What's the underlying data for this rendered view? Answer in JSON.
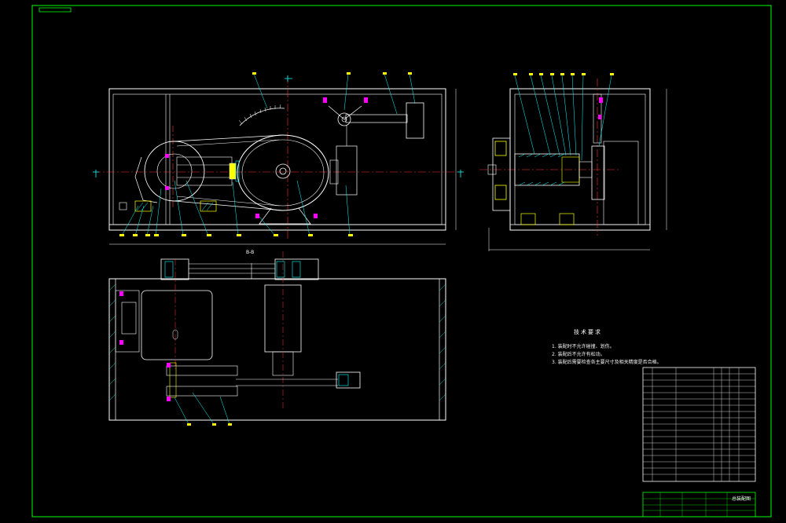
{
  "drawing": {
    "view_label_section": "B-B",
    "notes_title": "技术要求",
    "notes": [
      "1. 装配时不允许碰撞、划伤。",
      "2. 装配后不允许有松动。",
      "3. 装配后需要检查各主要尺寸及相关精度是否合格。"
    ],
    "title_block_name": "总装配图",
    "colors": {
      "frame": "#00ff00",
      "outline": "#ffffff",
      "centerline": "#ff3333",
      "leader": "#00ffff",
      "hatch": "#00ffff",
      "dimension": "#ffff00",
      "bolt": "#ff00ff"
    }
  }
}
